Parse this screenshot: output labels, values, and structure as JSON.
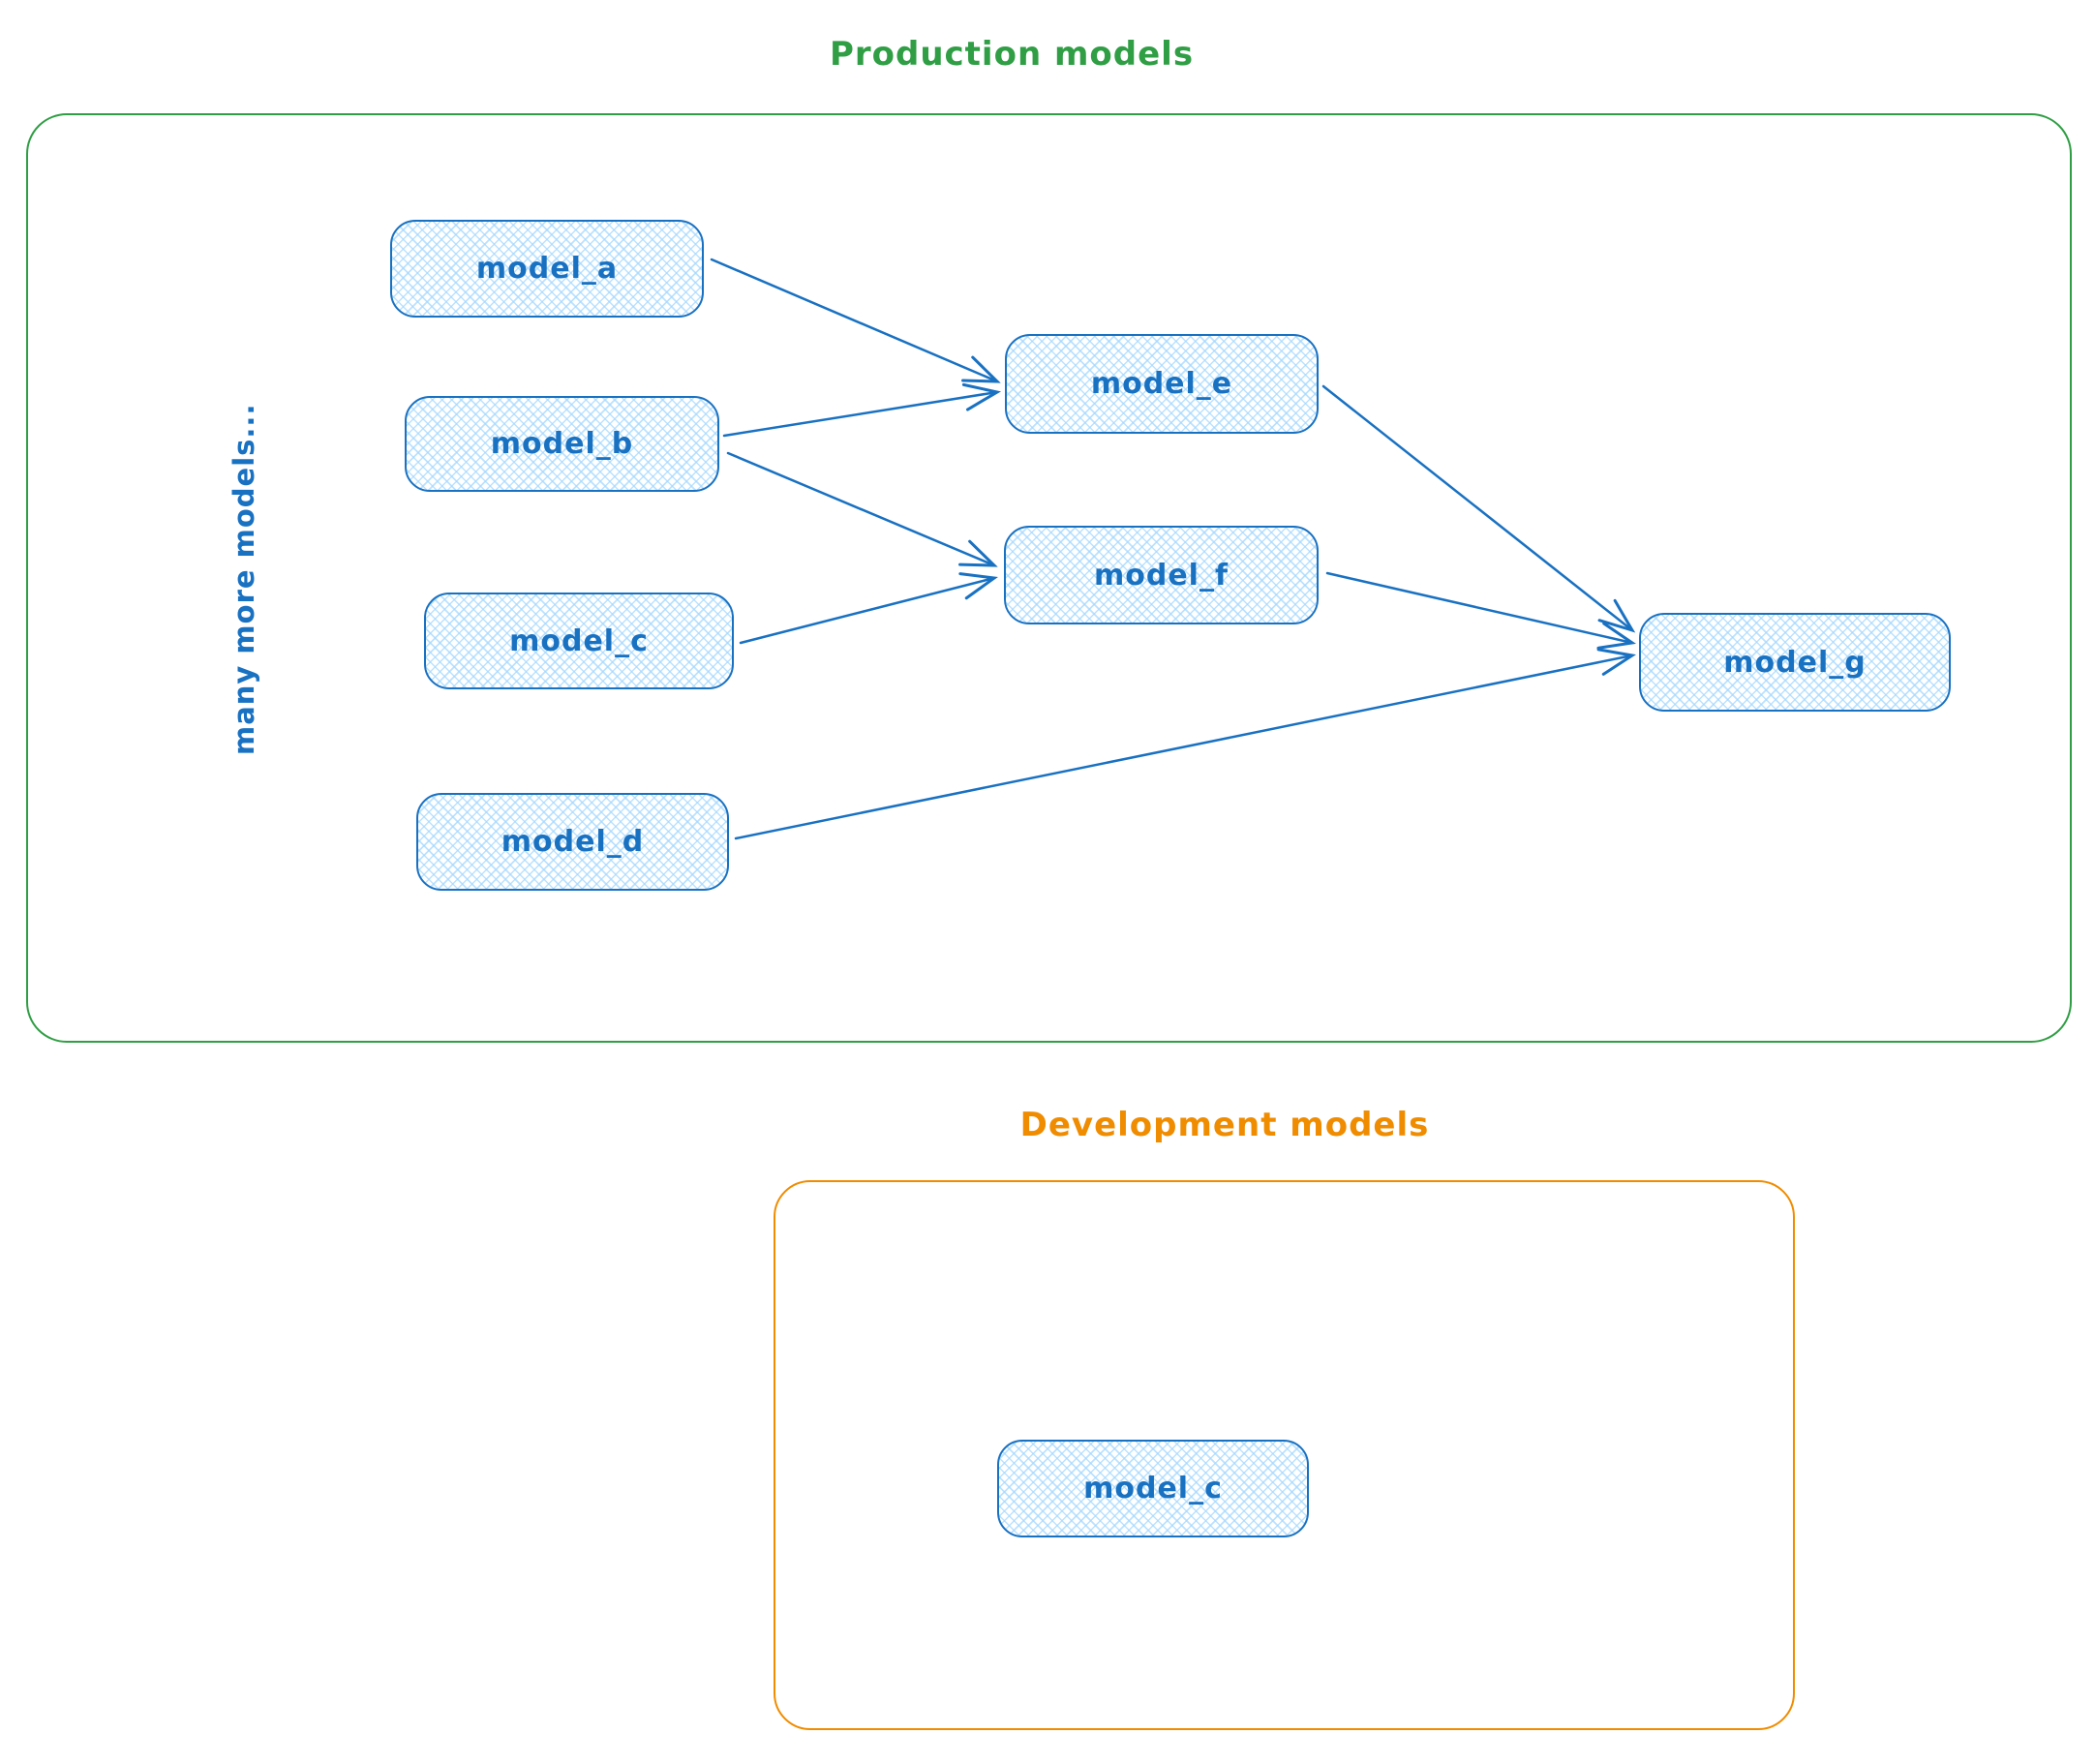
{
  "diagram": {
    "production": {
      "title": "Production models",
      "note": "many more models...",
      "accent_color": "#2f9e44"
    },
    "development": {
      "title": "Development models",
      "accent_color": "#f08c00"
    },
    "nodes": {
      "model_a": {
        "label": "model_a",
        "group": "production"
      },
      "model_b": {
        "label": "model_b",
        "group": "production"
      },
      "model_c": {
        "label": "model_c",
        "group": "production"
      },
      "model_d": {
        "label": "model_d",
        "group": "production"
      },
      "model_e": {
        "label": "model_e",
        "group": "production"
      },
      "model_f": {
        "label": "model_f",
        "group": "production"
      },
      "model_g": {
        "label": "model_g",
        "group": "production"
      },
      "model_c_dev": {
        "label": "model_c",
        "group": "development"
      }
    },
    "edges": [
      {
        "from": "model_a",
        "to": "model_e"
      },
      {
        "from": "model_b",
        "to": "model_e"
      },
      {
        "from": "model_b",
        "to": "model_f"
      },
      {
        "from": "model_c",
        "to": "model_f"
      },
      {
        "from": "model_e",
        "to": "model_g"
      },
      {
        "from": "model_f",
        "to": "model_g"
      },
      {
        "from": "model_d",
        "to": "model_g"
      }
    ],
    "node_style": {
      "stroke_color": "#1971c2",
      "fill_color": "#a5d8ff",
      "text_color": "#1971c2"
    }
  }
}
